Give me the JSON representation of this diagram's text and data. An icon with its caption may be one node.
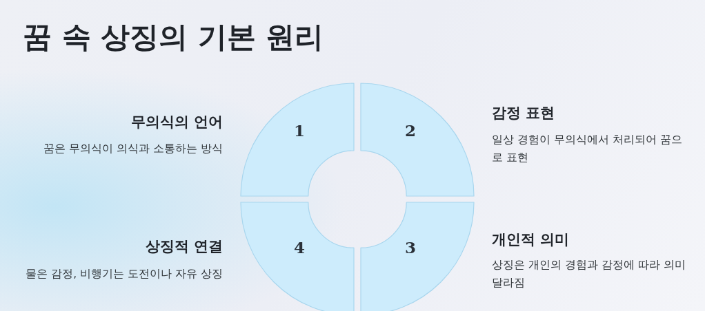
{
  "diagram": {
    "title": "꿈 속 상징의 기본 원리",
    "nodes": [
      {
        "text": [
          "1"
        ],
        "beside": [
          "무의식의 언어",
          "꿈은 무의식이 의식과 소통하는 방식"
        ]
      },
      {
        "text": [
          "2"
        ],
        "beside": [
          "감정 표현",
          "일상 경험이 무의식에서 처리되어 꿈으로 표현"
        ]
      },
      {
        "text": [
          "3"
        ],
        "beside": [
          "개인적 의미",
          "상징은 개인의 경험과 감정에 따라 의미 달라짐"
        ]
      },
      {
        "text": [
          "4"
        ],
        "beside": [
          "상징적 연결",
          "물은 감정, 비행기는 도전이나 자유 상징"
        ]
      }
    ],
    "edges": []
  }
}
